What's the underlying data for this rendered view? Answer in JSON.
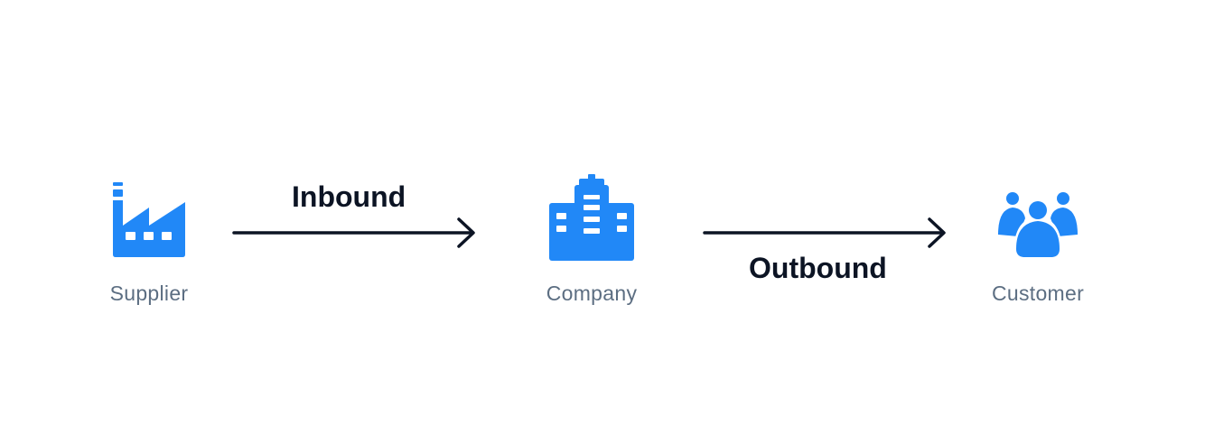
{
  "colors": {
    "icon_blue": "#2188f7",
    "arrow_dark": "#0c1424",
    "node_label": "#5c6e82"
  },
  "nodes": [
    {
      "label": "Supplier",
      "icon": "factory-icon"
    },
    {
      "label": "Company",
      "icon": "office-building-icon"
    },
    {
      "label": "Customer",
      "icon": "users-group-icon"
    }
  ],
  "flows": [
    {
      "label": "Inbound",
      "from": "Supplier",
      "to": "Company"
    },
    {
      "label": "Outbound",
      "from": "Company",
      "to": "Customer"
    }
  ]
}
